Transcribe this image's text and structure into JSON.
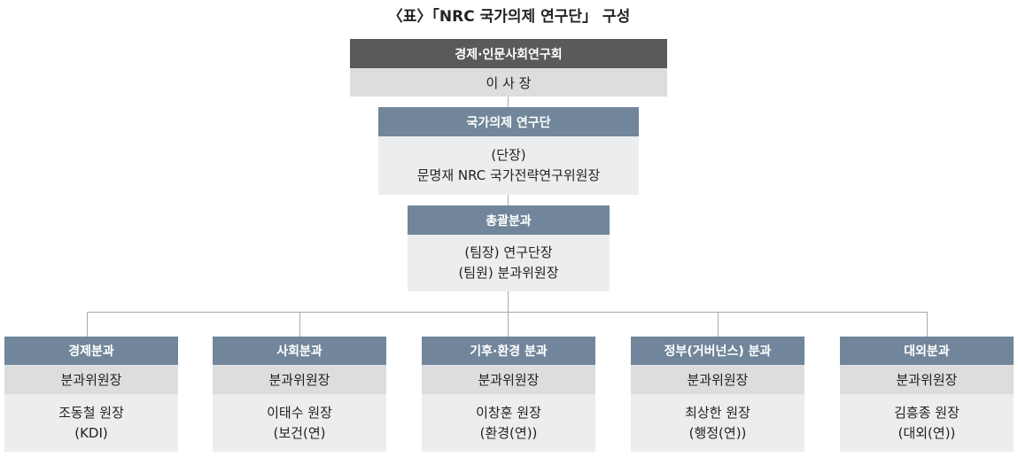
{
  "title": "〈표〉「NRC 국가의제 연구단」 구성",
  "council": {
    "header": "경제·인문사회연구회",
    "role": "이 사 장"
  },
  "research_group": {
    "header": "국가의제 연구단",
    "line1": "(단장)",
    "line2": "문명재 NRC 국가전략연구위원장"
  },
  "general": {
    "header": "총괄분과",
    "line1": "(팀장) 연구단장",
    "line2": "(팀원) 분과위원장"
  },
  "divisions": [
    {
      "header": "경제분과",
      "role": "분과위원장",
      "name": "조동철 원장",
      "org": "(KDI)"
    },
    {
      "header": "사회분과",
      "role": "분과위원장",
      "name": "이태수 원장",
      "org": "(보건(연)"
    },
    {
      "header": "기후·환경 분과",
      "role": "분과위원장",
      "name": "이창훈 원장",
      "org": "(환경(연))"
    },
    {
      "header": "정부(거버넌스) 분과",
      "role": "분과위원장",
      "name": "최상한 원장",
      "org": "(행정(연))"
    },
    {
      "header": "대외분과",
      "role": "분과위원장",
      "name": "김흥종 원장",
      "org": "(대외(연))"
    }
  ],
  "colors": {
    "dark_header": "#5a5a5a",
    "blue_header": "#71869a",
    "sub_bg": "#dcdddf",
    "body_bg": "#ecedee",
    "connector": "#a9a9a9"
  }
}
